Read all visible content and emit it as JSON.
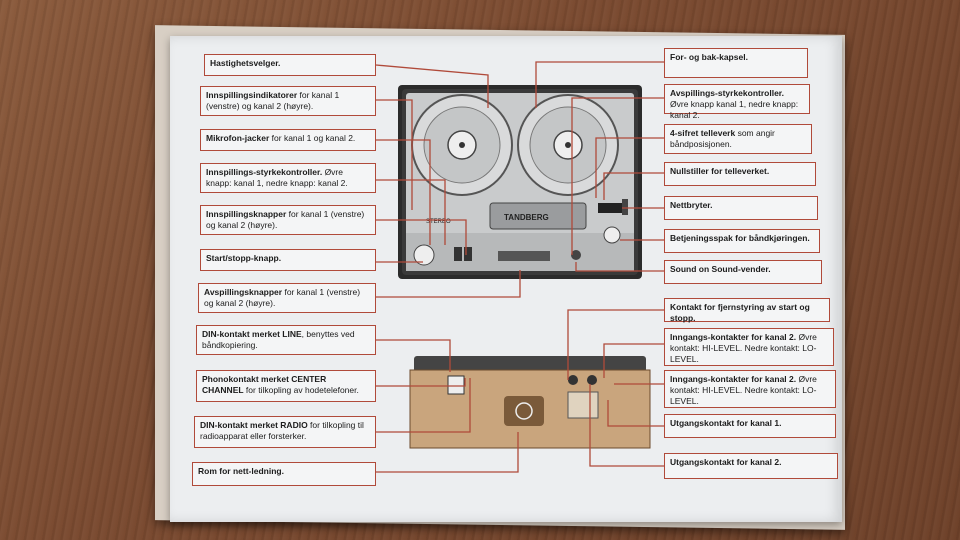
{
  "labels": {
    "speed_selector": "Hastighetsvelger.",
    "rec_indicators_bold": "Innspillingsindikatorer",
    "rec_indicators_rest": " for kanal 1 (venstre) og kanal 2 (høyre).",
    "mic_jacks_bold": "Mikrofon-jacker",
    "mic_jacks_rest": " for kanal 1 og kanal 2.",
    "rec_level_bold": "Innspillings-styrkekontroller.",
    "rec_level_rest": " Øvre knapp: kanal 1, nedre knapp: kanal 2.",
    "rec_buttons_bold": "Innspillingsknapper",
    "rec_buttons_rest": " for kanal 1 (venstre) og kanal 2 (høyre).",
    "start_stop": "Start/stopp-knapp.",
    "play_buttons_bold": "Avspillingsknapper",
    "play_buttons_rest": " for kanal 1 (venstre) og kanal 2 (høyre).",
    "din_line_bold": "DIN-kontakt merket LINE",
    "din_line_rest": ", benyttes ved båndkopiering.",
    "phono_bold": "Phonokontakt merket CENTER CHANNEL",
    "phono_rest": " for tilkopling av hodetelefoner.",
    "din_radio_bold": "DIN-kontakt merket RADIO",
    "din_radio_rest": " for tilkopling til radioapparat eller forsterker.",
    "cord_room": "Rom for nett-ledning.",
    "head_cover": "For- og bak-kapsel.",
    "play_level_bold": "Avspillings-styrkekontroller.",
    "play_level_rest": " Øvre knapp kanal 1, nedre knapp: kanal 2.",
    "counter_bold": "4-sifret telleverk",
    "counter_rest": " som angir båndposisjonen.",
    "counter_reset": "Nullstiller for telleverket.",
    "power_switch": "Nettbryter.",
    "tape_lever": "Betjeningsspak for båndkjøringen.",
    "sos_switch": "Sound on Sound-vender.",
    "remote_contact": "Kontakt for fjernstyring av start og stopp.",
    "input_ch2_a_bold": "Inngangs-kontakter for kanal 2.",
    "input_ch2_a_rest": " Øvre kontakt: HI-LEVEL. Nedre kontakt: LO-LEVEL.",
    "input_ch2_b_bold": "Inngangs-kontakter for kanal 2.",
    "input_ch2_b_rest": " Øvre kontakt: HI-LEVEL. Nedre kontakt: LO-LEVEL.",
    "output_ch1": "Utgangskontakt for kanal 1.",
    "output_ch2": "Utgangskontakt for kanal 2."
  },
  "device": {
    "brand": "TANDBERG",
    "badge": "STEREO"
  },
  "colors": {
    "leader_line": "#b04a3a",
    "page": "#eceef0"
  }
}
